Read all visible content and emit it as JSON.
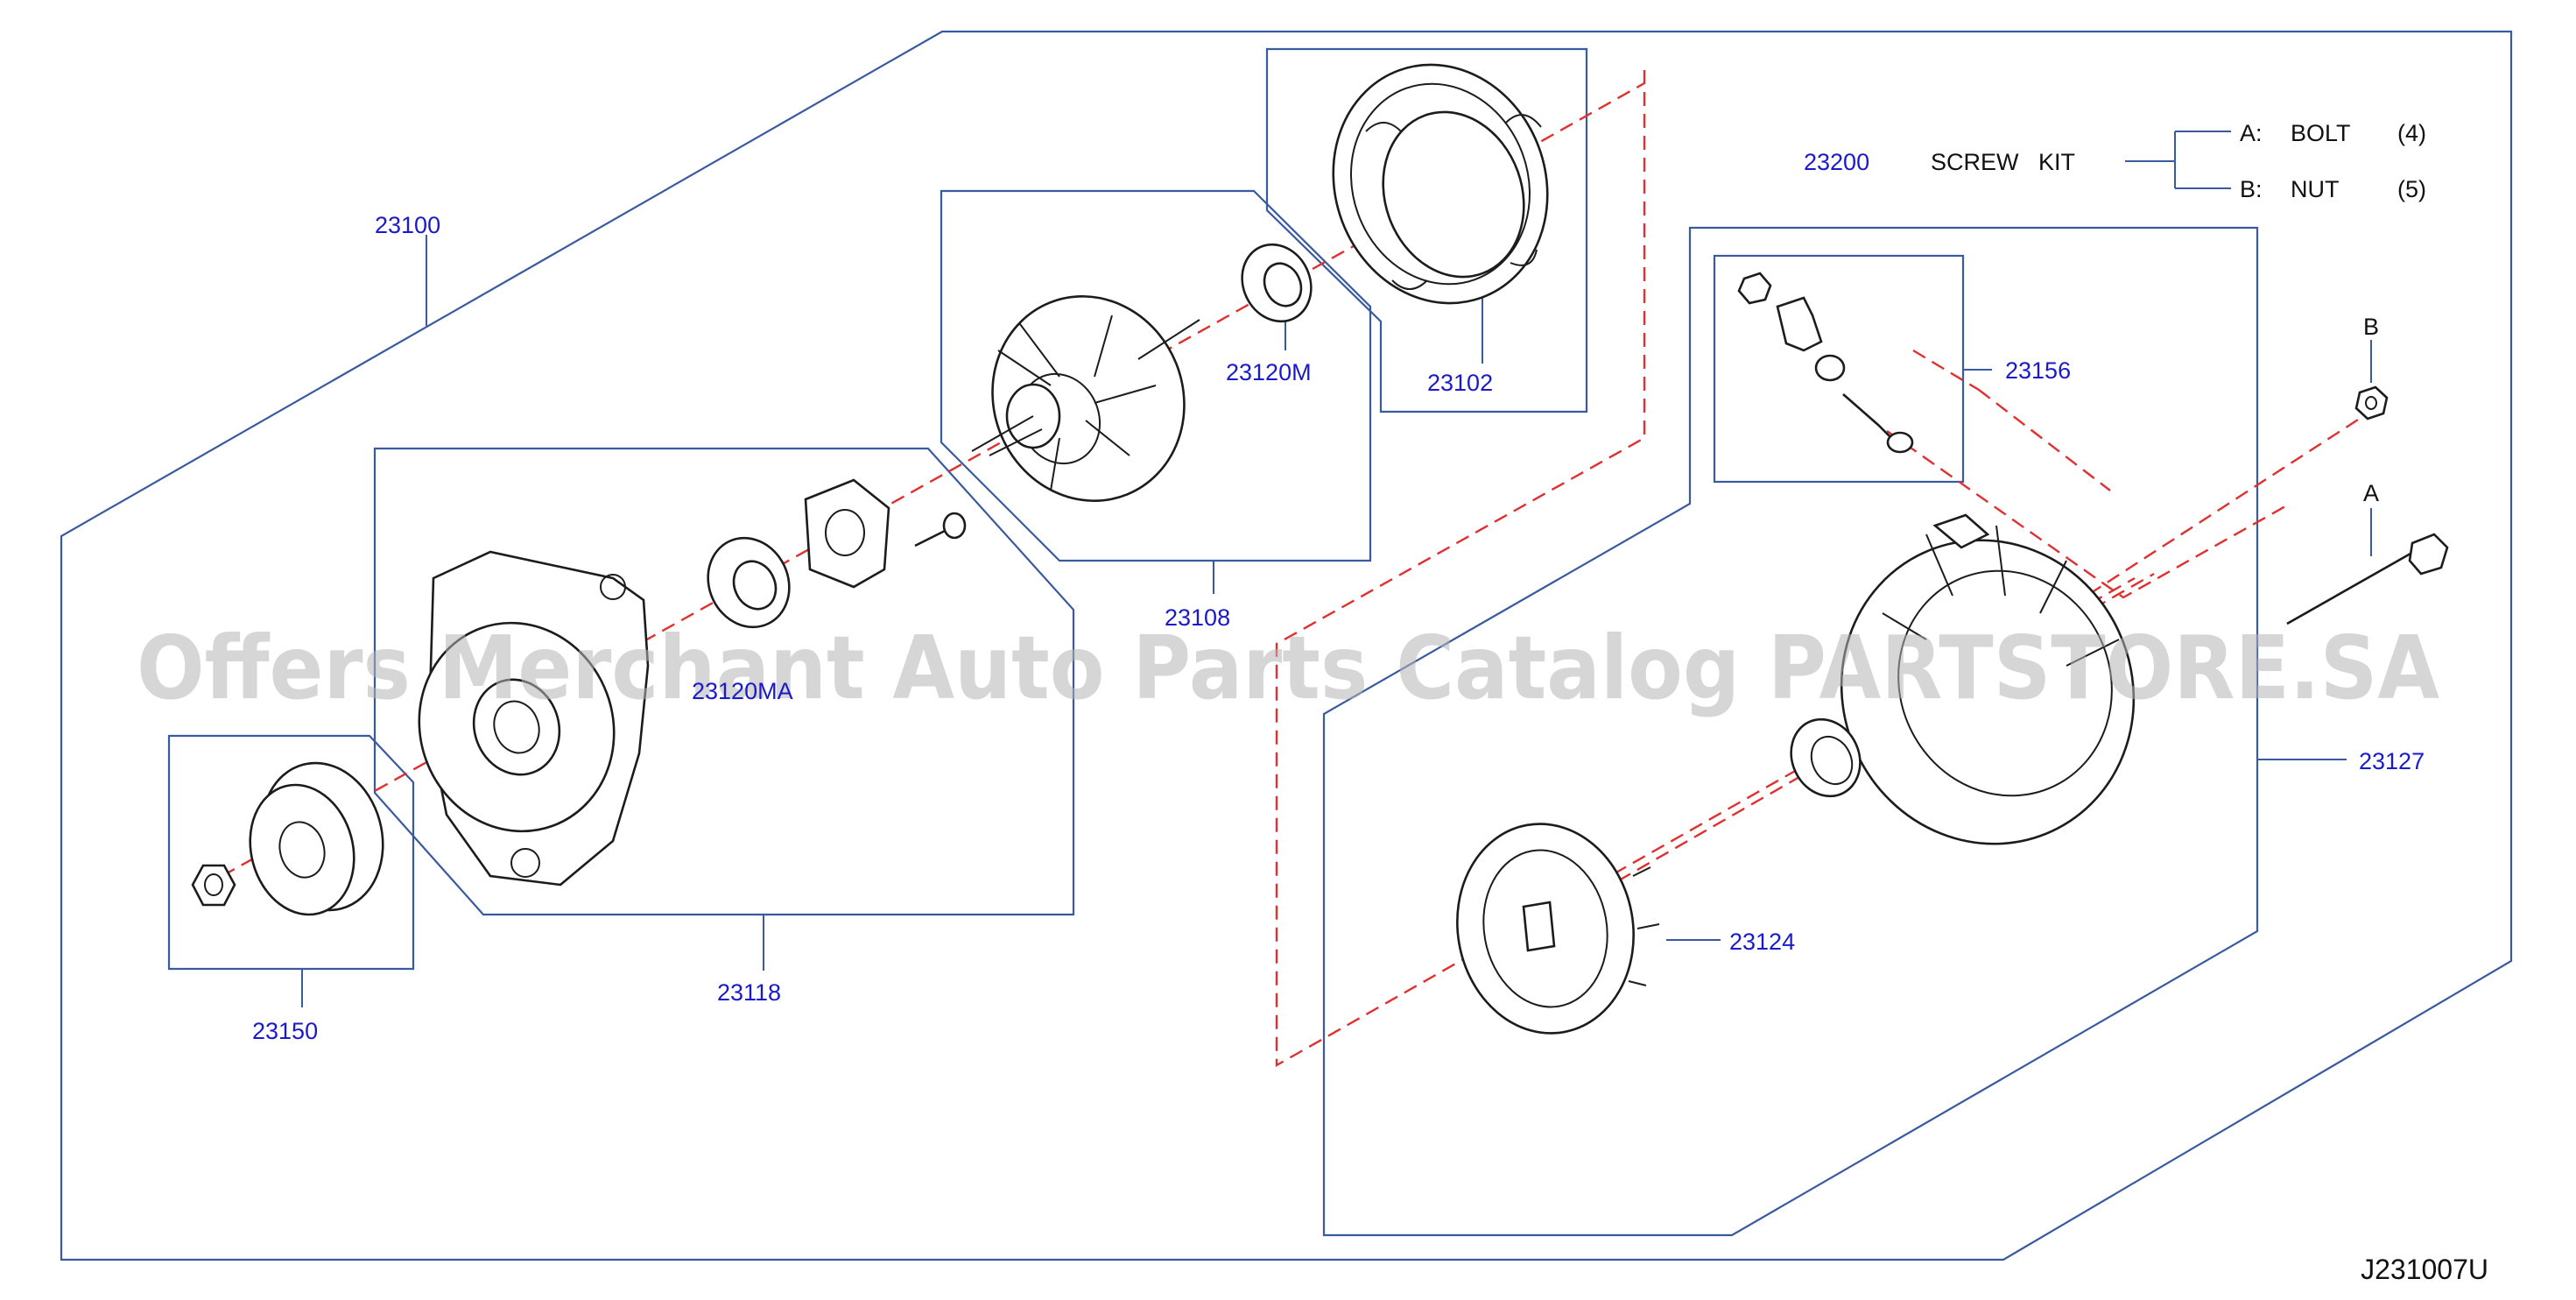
{
  "diagram": {
    "callouts": {
      "p23100": "23100",
      "p23102": "23102",
      "p23120m": "23120M",
      "p23108": "23108",
      "p23120ma": "23120MA",
      "p23118": "23118",
      "p23150": "23150",
      "p23200": "23200",
      "p23156": "23156",
      "p23127": "23127",
      "p23124": "23124"
    },
    "screw_kit": {
      "label": "SCREW   KIT",
      "items": [
        {
          "key": "A:",
          "name": "BOLT",
          "qty": "(4)"
        },
        {
          "key": "B:",
          "name": "NUT",
          "qty": "(5)"
        }
      ]
    },
    "fastener_markers": {
      "a": "A",
      "b": "B"
    },
    "diagram_code": "J231007U",
    "watermark": "Offers Merchant Auto Parts Catalog PARTSTORE.SA"
  },
  "colors": {
    "callout_text": "#1a1acc",
    "frame_line": "#3a5aa0",
    "axis_dash": "#e03030",
    "ink": "#1c1c1c"
  }
}
